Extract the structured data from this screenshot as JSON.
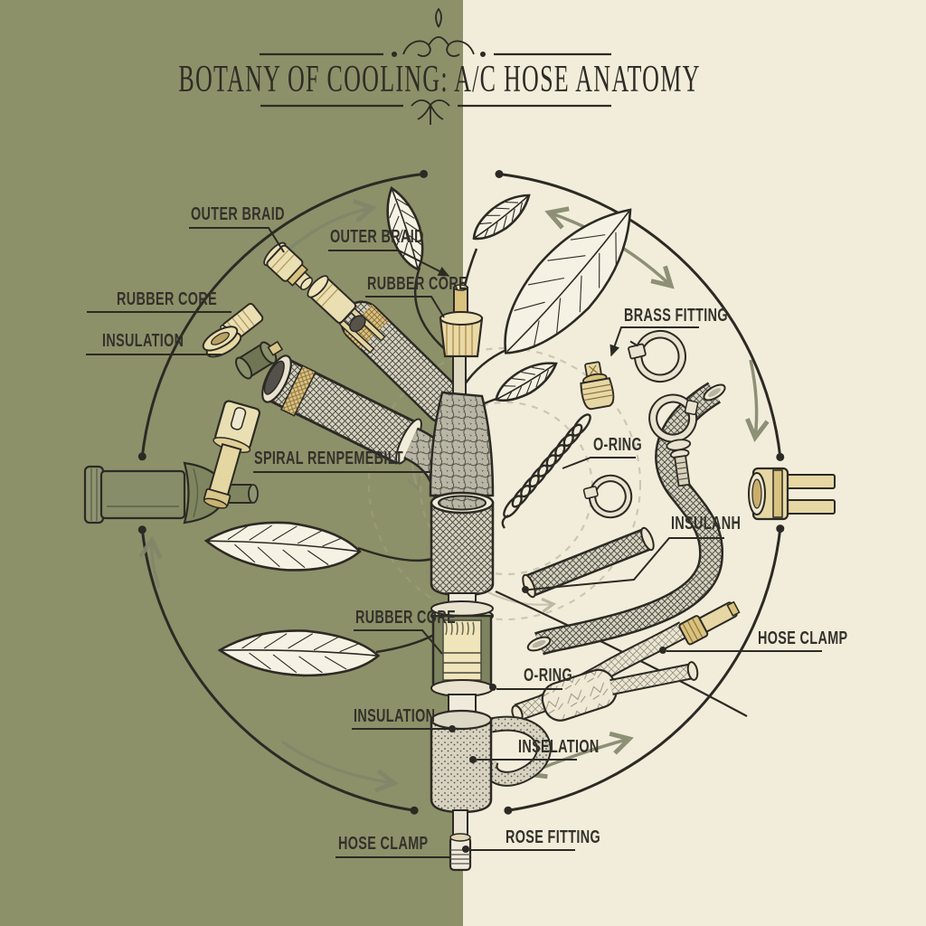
{
  "colors": {
    "background_left": "#8d9169",
    "background_right": "#f2edda",
    "ink": "#2c2a24",
    "label_ink": "#33312b",
    "brass": "#e6d7a4",
    "brass_dark": "#d9c17e",
    "hose_gray": "#d6d2c0",
    "olive_part": "#7f855f",
    "arrow_gray": "#83866b"
  },
  "title": {
    "text": "BOTANY OF COOLING: A/C HOSE ANATOMY"
  },
  "labels": {
    "outer_braid_left": "OUTER BRAID",
    "outer_braid_center": "OUTER BRAID",
    "rubber_core_left": "RUBBER CORE",
    "rubber_core_top": "RUBBER CORE",
    "insulation_left": "INSULATION",
    "brass_fitting": "BRASS FITTING",
    "o_ring_right": "O-RING",
    "spiral_reinforcement": "SPIRAL RENPEMEBILT",
    "insulation_right": "INSULANH",
    "rubber_core_mid": "RUBBER CORE",
    "hose_clamp_right": "HOSE CLAMP",
    "o_ring_mid": "O-RING",
    "insulation_mid": "INSULATION",
    "inselation_mid": "INSELATION",
    "hose_clamp_bottom": "HOSE CLAMP",
    "rose_fitting": "ROSE FITTING"
  }
}
